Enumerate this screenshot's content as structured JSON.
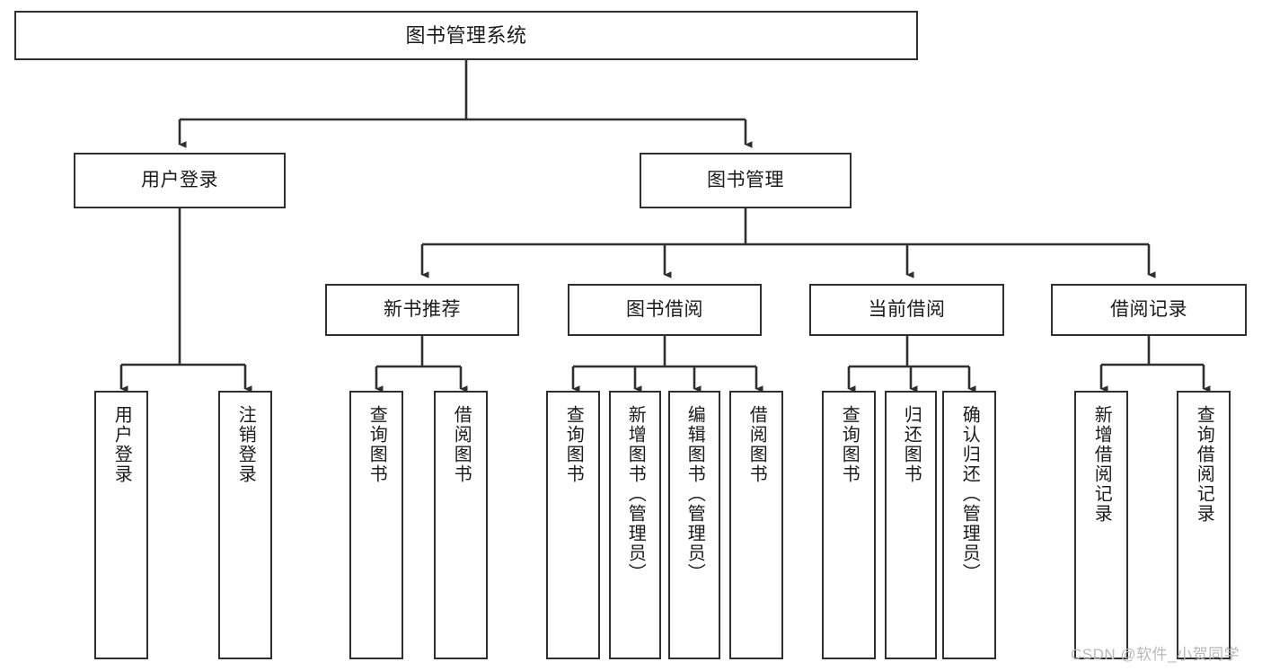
{
  "diagram": {
    "title": "图书管理系统",
    "type": "hierarchy-tree",
    "root": {
      "id": "root",
      "label": "图书管理系统"
    },
    "level1": [
      {
        "id": "user-login",
        "label": "用户登录"
      },
      {
        "id": "book-manage",
        "label": "图书管理"
      }
    ],
    "level2": [
      {
        "id": "new-book-rec",
        "label": "新书推荐"
      },
      {
        "id": "book-borrow",
        "label": "图书借阅"
      },
      {
        "id": "current-borrow",
        "label": "当前借阅"
      },
      {
        "id": "borrow-record",
        "label": "借阅记录"
      }
    ],
    "leaves": {
      "user_login": [
        {
          "id": "leaf-user-login",
          "label": "用户登录"
        },
        {
          "id": "leaf-logout",
          "label": "注销登录"
        }
      ],
      "new_book_rec": [
        {
          "id": "leaf-query-book-1",
          "label": "查询图书"
        },
        {
          "id": "leaf-borrow-book-1",
          "label": "借阅图书"
        }
      ],
      "book_borrow": [
        {
          "id": "leaf-query-book-2",
          "label": "查询图书"
        },
        {
          "id": "leaf-add-book",
          "label": "新增图书（管理员）"
        },
        {
          "id": "leaf-edit-book",
          "label": "编辑图书（管理员）"
        },
        {
          "id": "leaf-borrow-book-2",
          "label": "借阅图书"
        }
      ],
      "current_borrow": [
        {
          "id": "leaf-query-book-3",
          "label": "查询图书"
        },
        {
          "id": "leaf-return-book",
          "label": "归还图书"
        },
        {
          "id": "leaf-confirm-return",
          "label": "确认归还（管理员）"
        }
      ],
      "borrow_record": [
        {
          "id": "leaf-add-record",
          "label": "新增借阅记录"
        },
        {
          "id": "leaf-query-record",
          "label": "查询借阅记录"
        }
      ]
    }
  },
  "watermark": {
    "text": "CSDN @软件_小贺同学"
  },
  "colors": {
    "border": "#2f2f2f",
    "text": "#1b1b1b",
    "background": "#ffffff",
    "watermark": "#b9b9b9"
  }
}
